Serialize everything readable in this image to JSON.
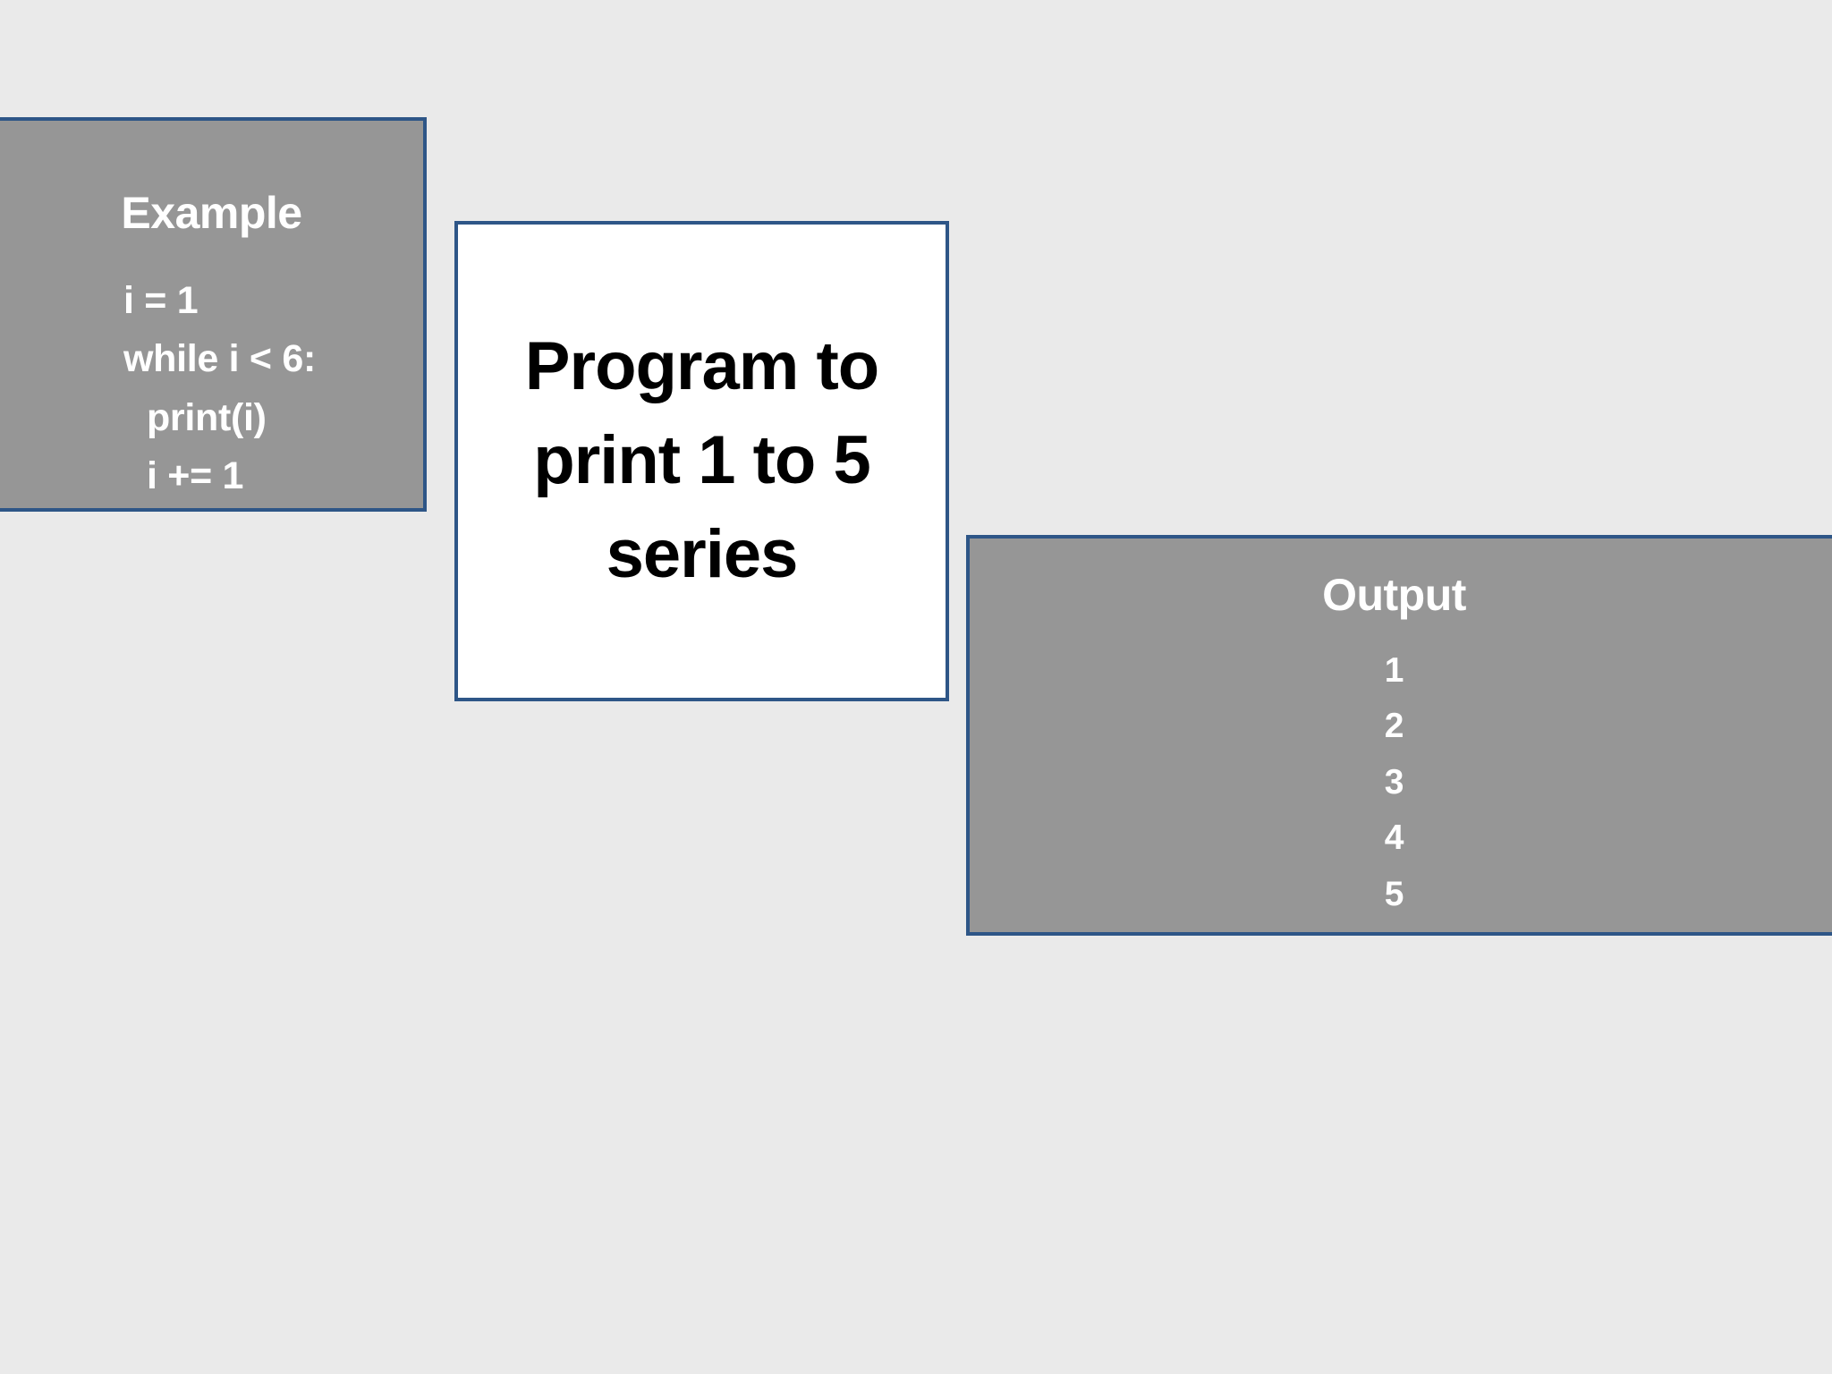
{
  "slide": {
    "background_color": "#eaeaea",
    "accent_border_color": "#2e5687",
    "panel_fill_color": "#969696",
    "panel_text_color": "#ffffff",
    "center_fill_color": "#ffffff",
    "center_text_color": "#000000"
  },
  "example_panel": {
    "title": "Example",
    "code_lines": [
      {
        "text": "i = 1",
        "indent": 0
      },
      {
        "text": "while i < 6:",
        "indent": 0
      },
      {
        "text": "print(i)",
        "indent": 1
      },
      {
        "text": "i += 1",
        "indent": 1
      }
    ]
  },
  "program_panel": {
    "title": "Program to print 1 to 5 series"
  },
  "output_panel": {
    "title": "Output",
    "values": [
      "1",
      "2",
      "3",
      "4",
      "5"
    ]
  }
}
